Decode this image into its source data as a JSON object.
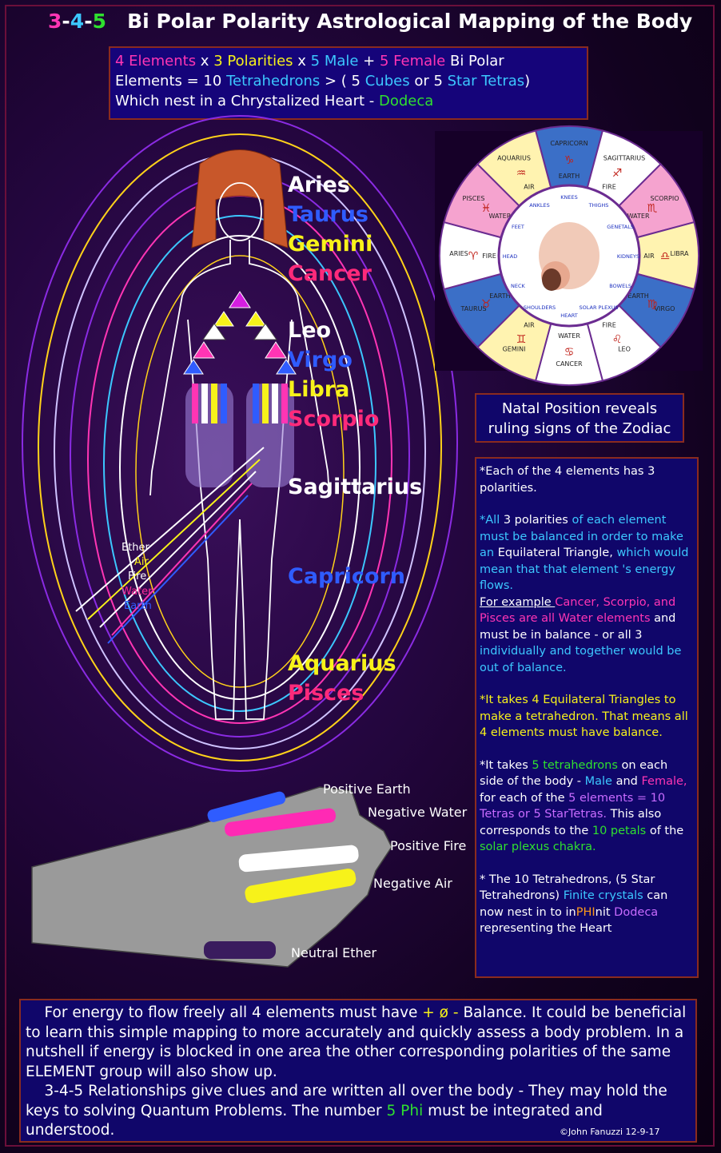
{
  "title": {
    "n3": "3",
    "d1": "-",
    "n4": "4",
    "d2": "-",
    "n5": "5",
    "text": "Bi Polar Polarity Astrological Mapping of the Body"
  },
  "intro": {
    "l1a": "4 Elements",
    "l1b": " x ",
    "l1c": "3 Polarities",
    "l1d": " x ",
    "l1e": "5 Male",
    "l1f": " + ",
    "l1g": "5 Female",
    "l1h": " Bi Polar",
    "l2a": "Elements = 10 ",
    "l2b": "Tetrahedrons",
    "l2c": " > ( 5 ",
    "l2d": "Cubes",
    "l2e": " or 5 ",
    "l2f": "Star Tetras",
    "l2g": ")",
    "l3a": "Which nest in a Chrystalized Heart - ",
    "l3b": "Dodeca"
  },
  "signs": [
    {
      "name": "Aries",
      "color": "#ffffff"
    },
    {
      "name": "Taurus",
      "color": "#2f5cff"
    },
    {
      "name": "Gemini",
      "color": "#f7f21a"
    },
    {
      "name": "Cancer",
      "color": "#ff2a7a"
    },
    {
      "name": "Leo",
      "color": "#ffffff"
    },
    {
      "name": "Virgo",
      "color": "#2f5cff"
    },
    {
      "name": "Libra",
      "color": "#f7f21a"
    },
    {
      "name": "Scorpio",
      "color": "#ff2a7a"
    },
    {
      "name": "Sagittarius",
      "color": "#ffffff"
    },
    {
      "name": "Capricorn",
      "color": "#2f5cff"
    },
    {
      "name": "Aquarius",
      "color": "#f7f21a"
    },
    {
      "name": "Pisces",
      "color": "#ff2a7a"
    }
  ],
  "elements_legend": [
    {
      "name": "Ether",
      "color": "#ffffff"
    },
    {
      "name": "Air",
      "color": "#f7f21a"
    },
    {
      "name": "Fire",
      "color": "#ffffff"
    },
    {
      "name": "Water",
      "color": "#ff2a9a"
    },
    {
      "name": "Earth",
      "color": "#2f5cff"
    }
  ],
  "wheel": {
    "signs": [
      "CAPRICORN",
      "SAGITTARIUS",
      "SCORPIO",
      "LIBRA",
      "VIRGO",
      "LEO",
      "CANCER",
      "GEMINI",
      "TAURUS",
      "ARIES",
      "PISCES",
      "AQUARIUS"
    ],
    "glyphs": [
      "♑",
      "♐",
      "♏",
      "♎",
      "♍",
      "♌",
      "♋",
      "♊",
      "♉",
      "♈",
      "♓",
      "♒"
    ],
    "elements": [
      "EARTH",
      "FIRE",
      "WATER",
      "AIR",
      "EARTH",
      "FIRE",
      "WATER",
      "AIR",
      "EARTH",
      "FIRE",
      "WATER",
      "AIR"
    ],
    "body": [
      "KNEES",
      "THIGHS",
      "GENETALS",
      "KIDNEYS",
      "BOWELS",
      "SOLAR PLEXUS",
      "HEART",
      "SHOULDERS",
      "NECK",
      "HEAD",
      "FEET",
      "ANKLES"
    ],
    "colors": {
      "earth": "#3b6fc7",
      "fire": "#ffffff",
      "water": "#ffffff",
      "air": "#fff3b0",
      "pink": "#f5a3cf",
      "purple": "#6b2c91"
    }
  },
  "natal": {
    "l1": "Natal Position reveals",
    "l2": "ruling signs of the Zodiac"
  },
  "notes": {
    "p1": "*Each of the 4 elements has 3 polarities.",
    "p2a": "*All ",
    "p2b": "3 polarities",
    "p2c": " of each element must be balanced in order to make an ",
    "p2d": "Equilateral Triangle,",
    "p2e": " which would mean that that element 's energy flows.",
    "p2f": " For example ",
    "p2g": "Cancer, Scorpio, and Pisces are all Water elements",
    "p2h": " and must be in balance - or all 3 ",
    "p2i": "individually and together would be out of balance.",
    "p3": "*It takes 4 Equilateral Triangles to make a tetrahedron. That means all 4 elements must have balance.",
    "p4a": "*It takes ",
    "p4b": "5 tetrahedrons",
    "p4c": " on each side of the body - ",
    "p4d": "Male",
    "p4e": " and ",
    "p4f": "Female,",
    "p4g": " for each of the ",
    "p4h": "5 elements = 10 Tetras or 5 StarTetras.",
    "p4i": " This also corresponds to the ",
    "p4j": "10 petals",
    "p4k": " of the ",
    "p4l": "solar plexus chakra.",
    "p5a": "* The 10 Tetrahedrons, (5 Star Tetrahedrons) ",
    "p5b": "Finite crystals",
    "p5c": " can now nest in to in",
    "p5d": "PHI",
    "p5e": "nit ",
    "p5f": "Dodeca",
    "p5g": " representing the Heart"
  },
  "hand_labels": [
    "Positive Earth",
    "Negative Water",
    "Positive Fire",
    "Negative Air",
    "Neutral Ether"
  ],
  "bottom": {
    "p1a": "For energy to flow freely all 4 elements must have ",
    "p1b": "+ ø -",
    "p1c": " Balance. It could be beneficial to learn this simple mapping to more accurately and quickly assess a body problem. In a nutshell if energy is blocked in one area the other corresponding polarities of the same ELEMENT group will also show up.",
    "p2a": "3-4-5 Relationships give clues and are written all over the body - They may hold the keys to solving Quantum Problems. The number ",
    "p2b": "5 Phi",
    "p2c": " must be integrated and understood."
  },
  "copyright": "©John Fanuzzi 12-9-17"
}
